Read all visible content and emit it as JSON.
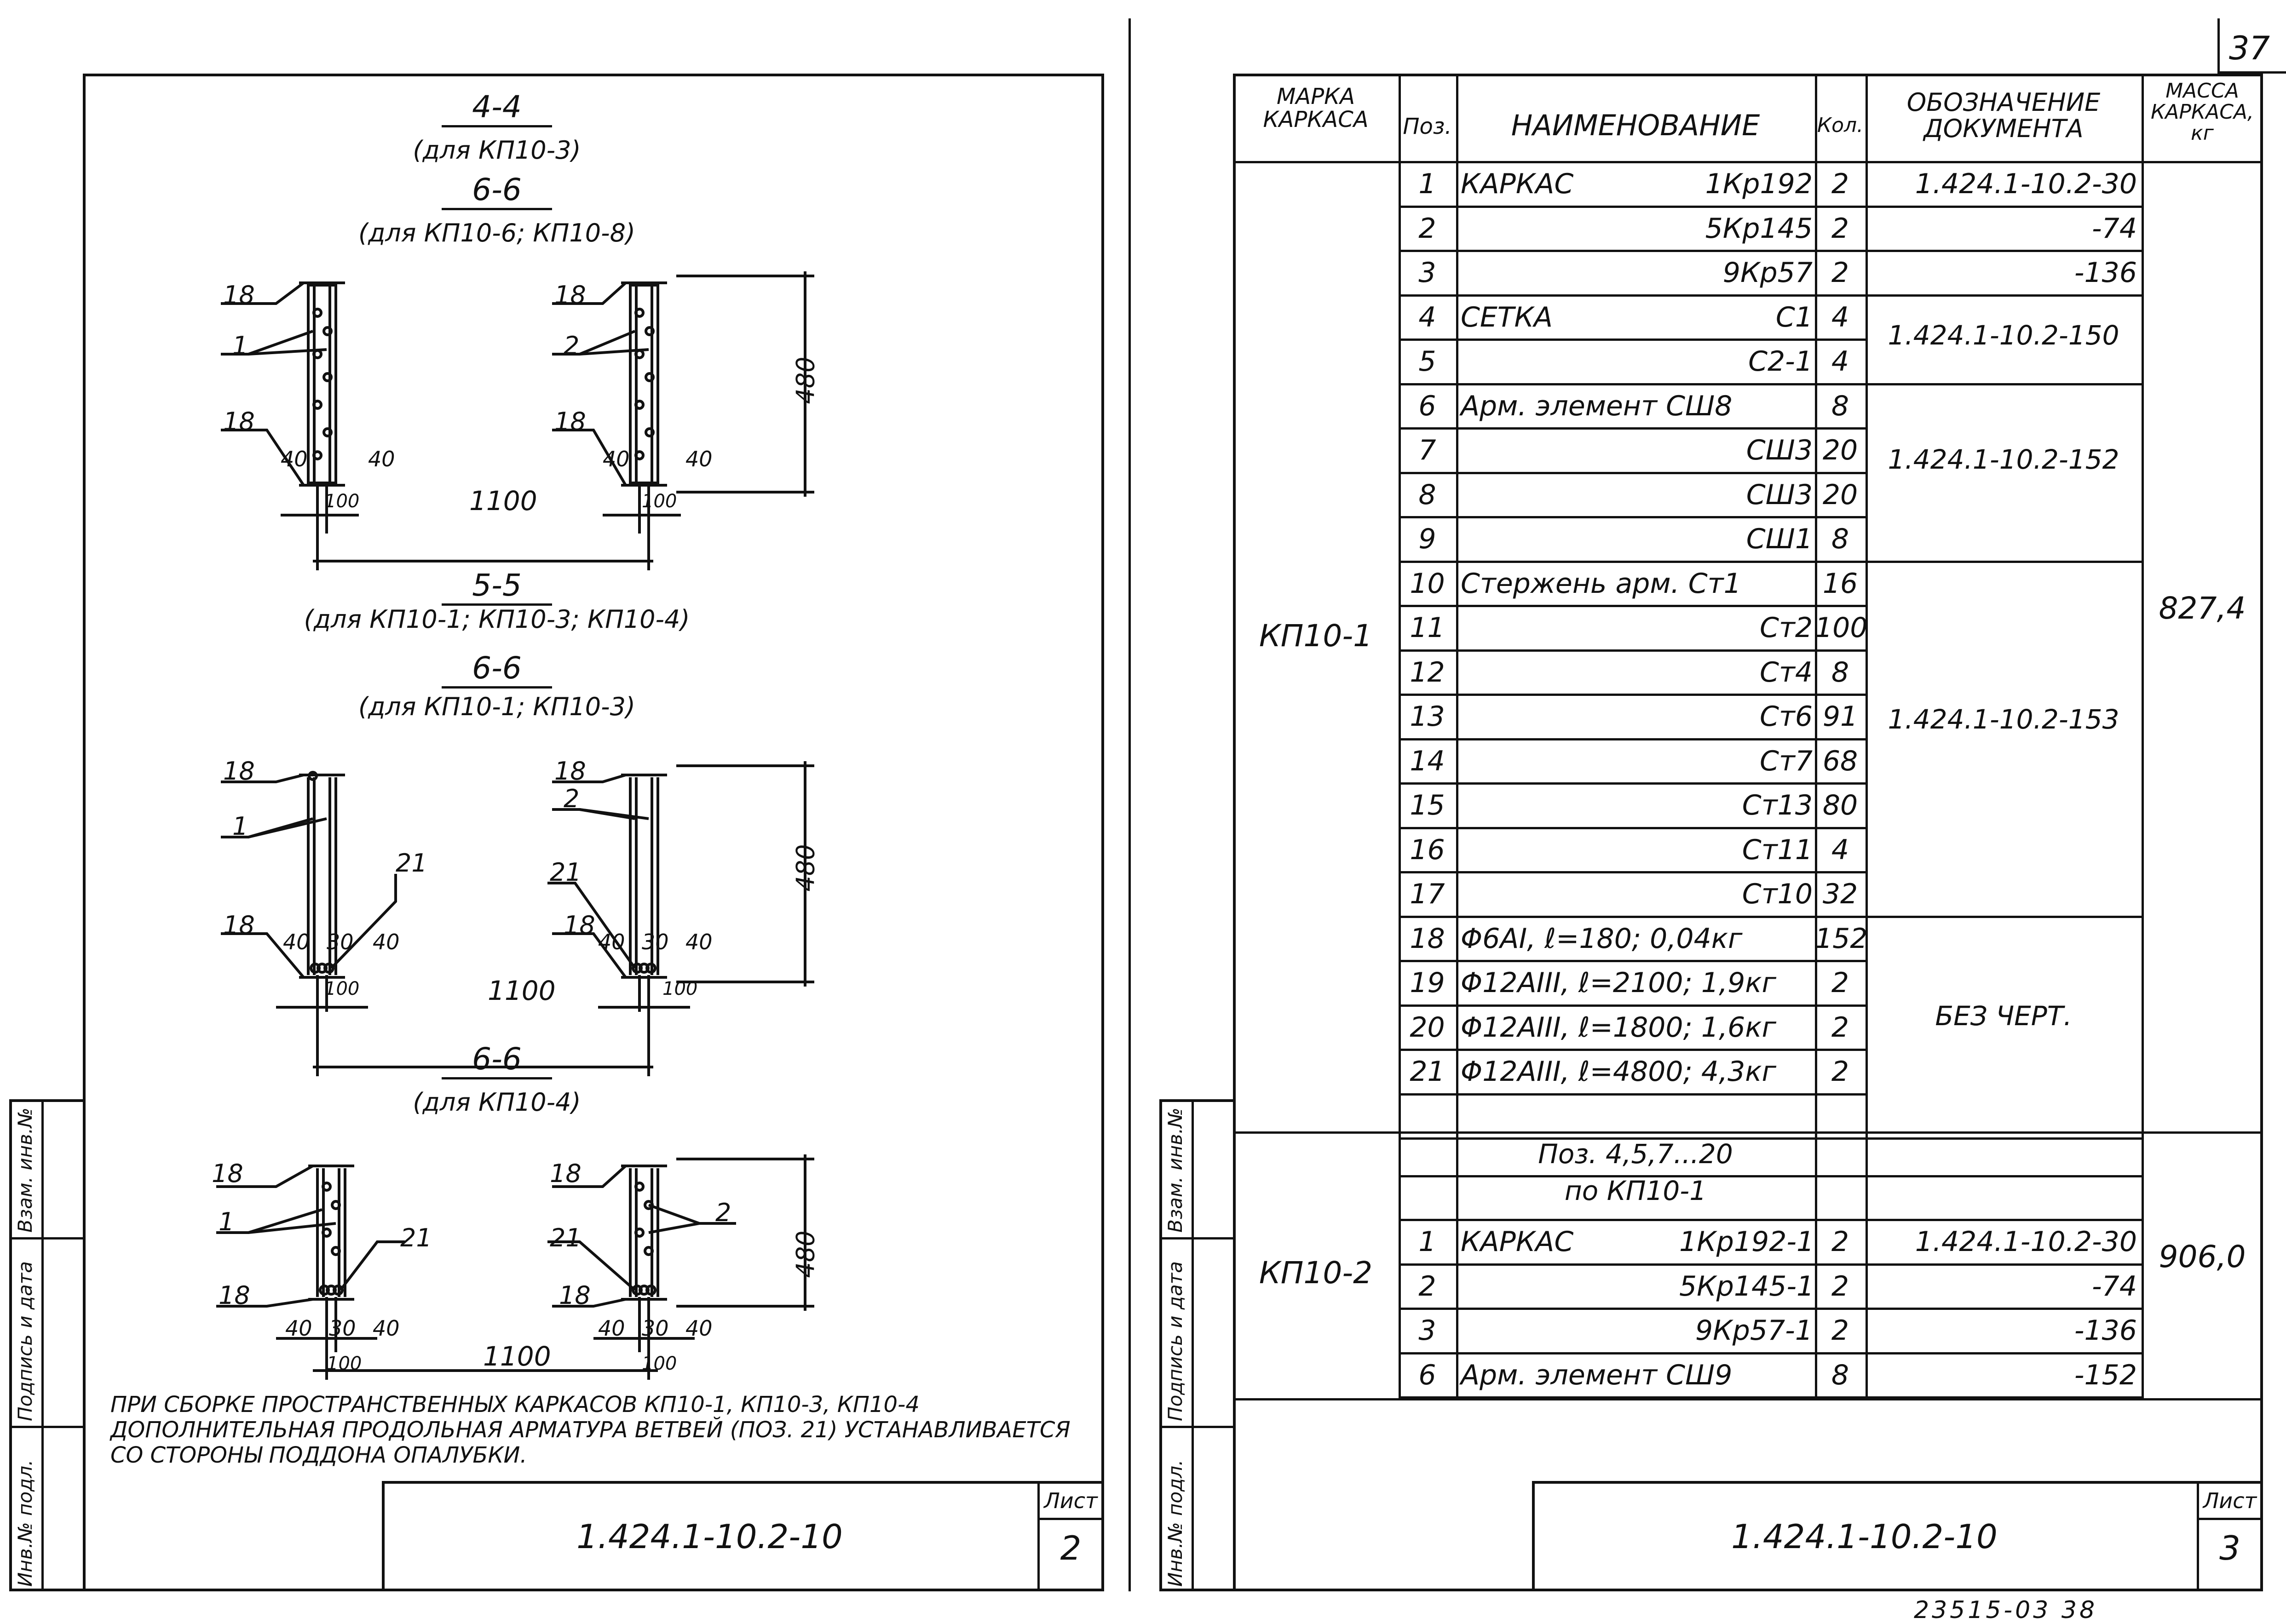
{
  "left_sheet": {
    "views": [
      {
        "title": "4-4",
        "sub": "(для КП10-3)"
      },
      {
        "title": "6-6",
        "sub": "(для КП10-6; КП10-8)"
      },
      {
        "title": "5-5",
        "sub": "(для КП10-1; КП10-3; КП10-4)"
      },
      {
        "title": "6-6",
        "sub": "(для КП10-1; КП10-3)"
      },
      {
        "title": "6-6",
        "sub": "(для КП10-4)"
      }
    ],
    "dims": {
      "height": "480",
      "span": "1100",
      "edge": "40",
      "gap": "100",
      "mid": "30"
    },
    "labels": {
      "l18": "18",
      "l1": "1",
      "l2": "2",
      "l21": "21"
    },
    "note": [
      "ПРИ СБОРКЕ ПРОСТРАНСТВЕННЫХ КАРКАСОВ КП10-1, КП10-3, КП10-4",
      "ДОПОЛНИТЕЛЬНАЯ ПРОДОЛЬНАЯ АРМАТУРА ВЕТВЕЙ (ПОЗ. 21) УСТАНАВЛИВАЕТСЯ",
      "СО СТОРОНЫ ПОДДОНА ОПАЛУБКИ."
    ],
    "stamp_code": "1.424.1-10.2-10",
    "sheet_label": "Лист",
    "sheet_num": "2"
  },
  "side_stamp": {
    "inv_orig": "Инв.№ подл.",
    "sign_date": "Подпись и дата",
    "inv_instead": "Взам. инв.№"
  },
  "right_sheet": {
    "page_number": "37",
    "headers": {
      "mark": "МАРКА\nКАРКАСА",
      "pos": "Поз.",
      "name": "НАИМЕНОВАНИЕ",
      "qty": "Кол.",
      "doc": "ОБОЗНАЧЕНИЕ\nДОКУМЕНТА",
      "mass": "МАССА\nКАРКАСА,\nкг"
    },
    "kp1": {
      "mark": "КП10-1",
      "mass": "827,4",
      "rows": [
        {
          "pos": "1",
          "name_a": "КАРКАС",
          "name_b": "1Кр192",
          "qty": "2",
          "doc": "1.424.1-10.2-30"
        },
        {
          "pos": "2",
          "name_a": "",
          "name_b": "5Кр145",
          "qty": "2",
          "doc": "-74"
        },
        {
          "pos": "3",
          "name_a": "",
          "name_b": "9Кр57",
          "qty": "2",
          "doc": "-136"
        },
        {
          "pos": "4",
          "name_a": "СЕТКА",
          "name_b": "С1",
          "qty": "4",
          "doc": ""
        },
        {
          "pos": "5",
          "name_a": "",
          "name_b": "С2-1",
          "qty": "4",
          "doc": ""
        },
        {
          "pos": "6",
          "name_a": "Арм. элемент СШ8",
          "name_b": "",
          "qty": "8",
          "doc": ""
        },
        {
          "pos": "7",
          "name_a": "",
          "name_b": "СШ3",
          "qty": "20",
          "doc": ""
        },
        {
          "pos": "8",
          "name_a": "",
          "name_b": "СШ3",
          "qty": "20",
          "doc": ""
        },
        {
          "pos": "9",
          "name_a": "",
          "name_b": "СШ1",
          "qty": "8",
          "doc": ""
        },
        {
          "pos": "10",
          "name_a": "Стержень арм. Ст1",
          "name_b": "",
          "qty": "16",
          "doc": ""
        },
        {
          "pos": "11",
          "name_a": "",
          "name_b": "Ст2",
          "qty": "100",
          "doc": ""
        },
        {
          "pos": "12",
          "name_a": "",
          "name_b": "Ст4",
          "qty": "8",
          "doc": ""
        },
        {
          "pos": "13",
          "name_a": "",
          "name_b": "Ст6",
          "qty": "91",
          "doc": ""
        },
        {
          "pos": "14",
          "name_a": "",
          "name_b": "Ст7",
          "qty": "68",
          "doc": ""
        },
        {
          "pos": "15",
          "name_a": "",
          "name_b": "Ст13",
          "qty": "80",
          "doc": ""
        },
        {
          "pos": "16",
          "name_a": "",
          "name_b": "Ст11",
          "qty": "4",
          "doc": ""
        },
        {
          "pos": "17",
          "name_a": "",
          "name_b": "Ст10",
          "qty": "32",
          "doc": ""
        },
        {
          "pos": "18",
          "name_a": "Φ6АI, ℓ=180; 0,04кг",
          "name_b": "",
          "qty": "152",
          "doc": ""
        },
        {
          "pos": "19",
          "name_a": "Φ12АIII, ℓ=2100; 1,9кг",
          "name_b": "",
          "qty": "2",
          "doc": ""
        },
        {
          "pos": "20",
          "name_a": "Φ12АIII, ℓ=1800; 1,6кг",
          "name_b": "",
          "qty": "2",
          "doc": ""
        },
        {
          "pos": "21",
          "name_a": "Φ12АIII, ℓ=4800; 4,3кг",
          "name_b": "",
          "qty": "2",
          "doc": ""
        },
        {
          "pos": "",
          "name_a": "",
          "name_b": "",
          "qty": "",
          "doc": ""
        }
      ],
      "doc_groups": {
        "c1": "1.424.1-10.2-150",
        "sh": "1.424.1-10.2-152",
        "st": "1.424.1-10.2-153",
        "none": "БЕЗ ЧЕРТ."
      }
    },
    "kp2": {
      "mark": "КП10-2",
      "mass": "906,0",
      "ref_line1": "Поз. 4,5,7...20",
      "ref_line2": "по КП10-1",
      "rows": [
        {
          "pos": "1",
          "name_a": "КАРКАС",
          "name_b": "1Кр192-1",
          "qty": "2",
          "doc": "1.424.1-10.2-30"
        },
        {
          "pos": "2",
          "name_a": "",
          "name_b": "5Кр145-1",
          "qty": "2",
          "doc": "-74"
        },
        {
          "pos": "3",
          "name_a": "",
          "name_b": "9Кр57-1",
          "qty": "2",
          "doc": "-136"
        },
        {
          "pos": "6",
          "name_a": "Арм. элемент СШ9",
          "name_b": "",
          "qty": "8",
          "doc": "-152"
        }
      ]
    },
    "stamp_code": "1.424.1-10.2-10",
    "sheet_label": "Лист",
    "sheet_num": "3",
    "archive_no": "23515-03 38"
  }
}
